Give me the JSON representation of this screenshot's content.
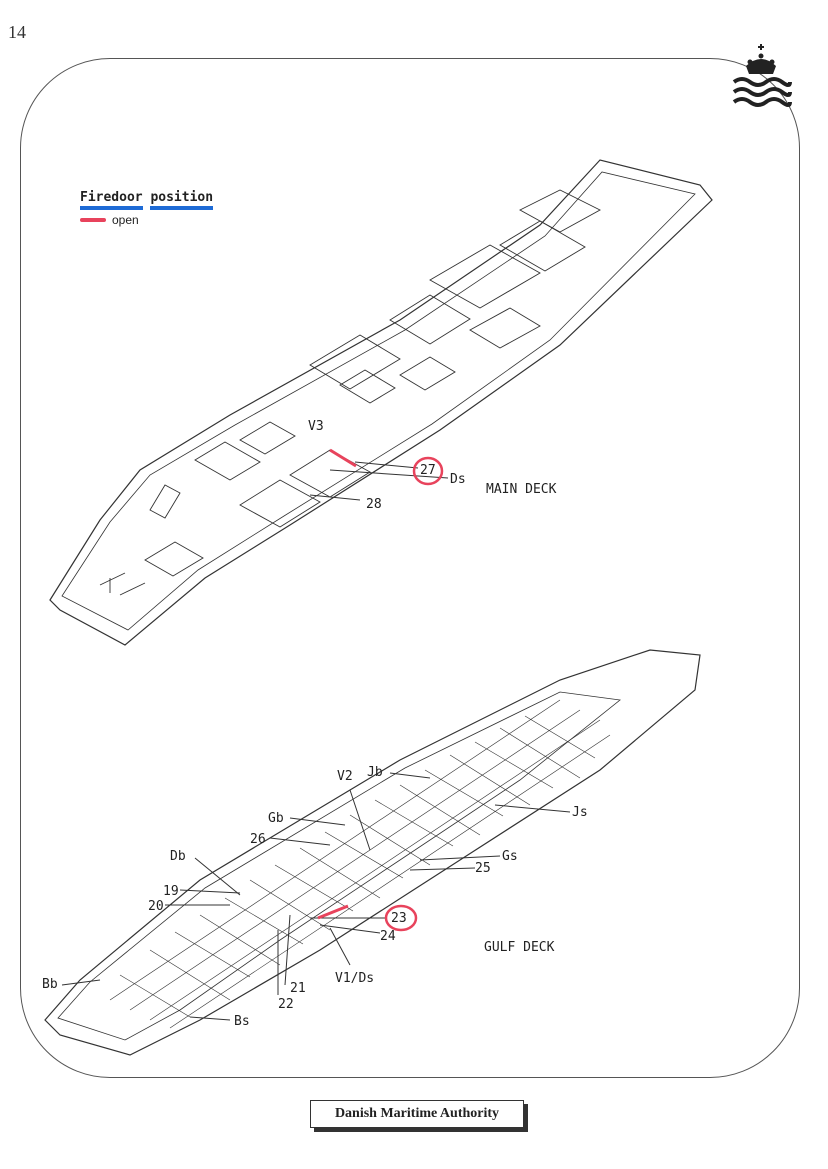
{
  "page_number": "14",
  "legend": {
    "title_word1": "Firedoor",
    "title_word2": "position",
    "item_label": "open",
    "item_color": "#e8435c",
    "title_underline_color": "#1e6bd6"
  },
  "main_deck": {
    "title": "MAIN DECK",
    "labels": {
      "v3": "V3",
      "door27": "27",
      "ds": "Ds",
      "door28": "28"
    }
  },
  "gulf_deck": {
    "title": "GULF DECK",
    "labels": {
      "jb": "Jb",
      "v2": "V2",
      "js": "Js",
      "gb": "Gb",
      "d26": "26",
      "gs": "Gs",
      "db": "Db",
      "d25": "25",
      "d19": "19",
      "d20": "20",
      "d23": "23",
      "d24": "24",
      "v1ds": "V1/Ds",
      "bb": "Bb",
      "d21": "21",
      "d22": "22",
      "bs": "Bs"
    }
  },
  "highlight_color": "#e8435c",
  "footer": "Danish Maritime Authority"
}
